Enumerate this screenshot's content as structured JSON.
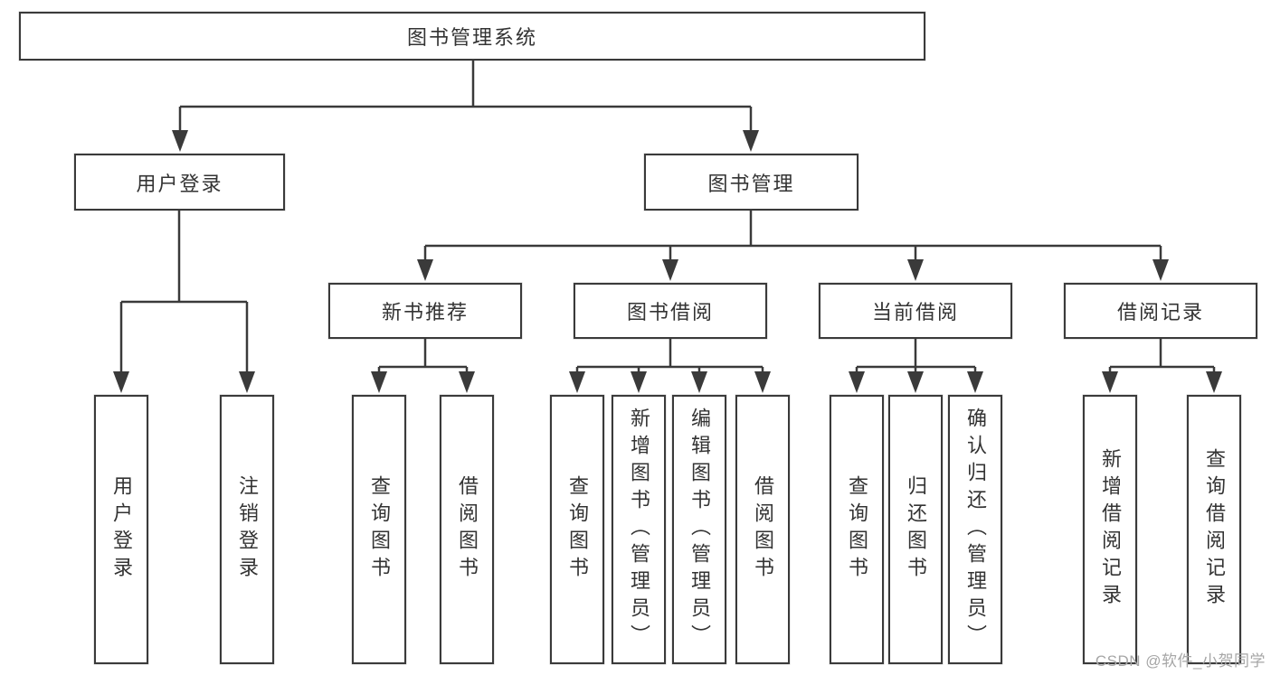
{
  "nodes": {
    "root": "图书管理系统",
    "user_login": "用户登录",
    "book_mgmt": "图书管理",
    "new_book_rec": "新书推荐",
    "book_borrow": "图书借阅",
    "current_borrow": "当前借阅",
    "borrow_records": "借阅记录",
    "leaf_user_login": "用户登录",
    "leaf_logout": "注销登录",
    "leaf_nbr_query": "查询图书",
    "leaf_nbr_borrow": "借阅图书",
    "leaf_bb_query": "查询图书",
    "leaf_bb_add": "新增图书（管理员）",
    "leaf_bb_edit": "编辑图书（管理员）",
    "leaf_bb_borrow": "借阅图书",
    "leaf_cb_query": "查询图书",
    "leaf_cb_return": "归还图书",
    "leaf_cb_confirm": "确认归还（管理员）",
    "leaf_br_add": "新增借阅记录",
    "leaf_br_query": "查询借阅记录"
  },
  "watermark": "CSDN @软件_小贺同学",
  "colors": {
    "line": "#3a3a3a",
    "text": "#333333",
    "box_background": "#ffffff",
    "watermark": "#a6a6a6",
    "page_background": "#ffffff"
  }
}
